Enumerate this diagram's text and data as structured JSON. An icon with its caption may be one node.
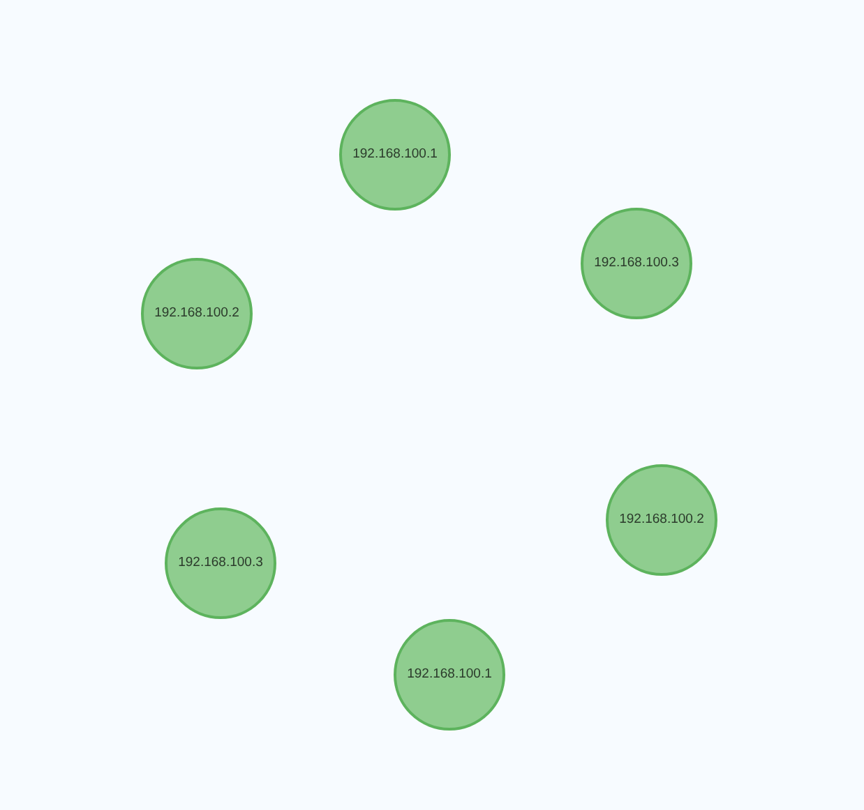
{
  "diagram": {
    "nodes": [
      {
        "text": [
          "192.168.100.1"
        ]
      },
      {
        "text": [
          "192.168.100.3"
        ]
      },
      {
        "text": [
          "192.168.100.2"
        ]
      },
      {
        "text": [
          "192.168.100.2"
        ]
      },
      {
        "text": [
          "192.168.100.3"
        ]
      },
      {
        "text": [
          "192.168.100.1"
        ]
      }
    ]
  }
}
